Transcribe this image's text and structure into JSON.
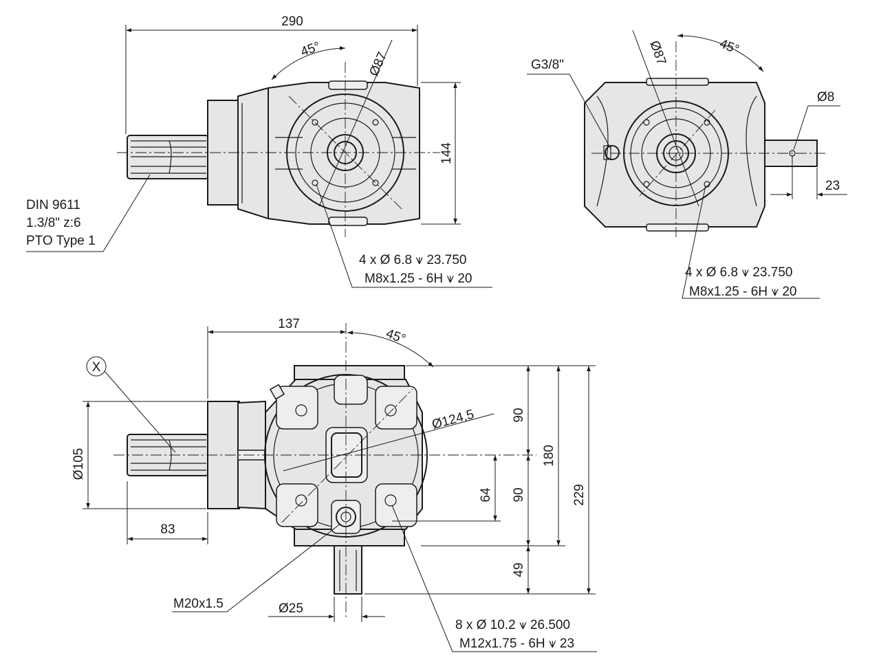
{
  "drawing": {
    "top_view": {
      "dim_width": "290",
      "dim_height": "144",
      "angle": "45°",
      "dia": "Ø87",
      "pto_note": [
        "DIN 9611",
        "1.3/8\" z:6",
        "PTO Type 1"
      ],
      "holes_note": [
        "4 x  Ø  6.8  ⩛  23.750",
        "M8x1.25 - 6H  ⩛  20"
      ]
    },
    "side_view": {
      "thread": "G3/8\"",
      "dia_87": "Ø87",
      "angle": "45°",
      "dia_shaft": "Ø8",
      "dim_shaft": "23",
      "holes_note": [
        "4 x  Ø  6.8  ⩛  23.750",
        "M8x1.25 - 6H  ⩛  20"
      ]
    },
    "front_view": {
      "dim_137": "137",
      "angle": "45°",
      "callout_x": "X",
      "dia_bolt_circle": "Ø124,5",
      "dia_105": "Ø105",
      "dim_83": "83",
      "dim_90_top": "90",
      "dim_90_bottom": "90",
      "dim_64": "64",
      "dim_180": "180",
      "dim_229": "229",
      "dim_49": "49",
      "thread_m20": "M20x1.5",
      "dia_25": "Ø25",
      "holes_note": [
        "8 x  Ø  10.2  ⩛  26.500",
        "M12x1.75 - 6H  ⩛  23"
      ]
    }
  }
}
